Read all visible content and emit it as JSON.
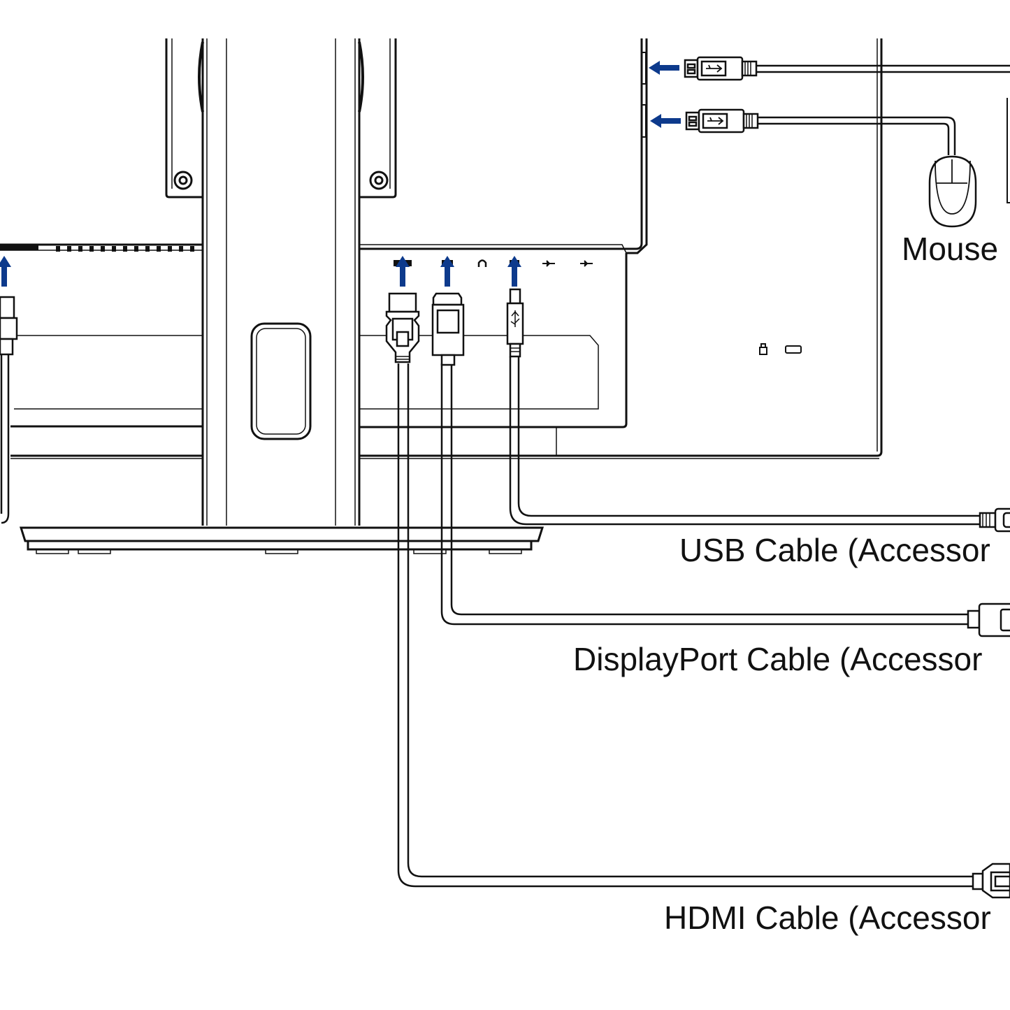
{
  "labels": {
    "mouse": "Mouse",
    "usb_cable": "USB Cable (Accessor",
    "displayport_cable": "DisplayPort Cable (Accessor",
    "hdmi_cable": "HDMI Cable (Accessor"
  },
  "colors": {
    "arrow": "#0d3a8c",
    "line": "#111111",
    "background": "#ffffff"
  },
  "icons": {
    "port_arrow": "arrow-up-icon",
    "side_arrow": "arrow-left-icon",
    "usb_plug": "usb-a-plug-icon",
    "usb_b_plug": "usb-b-plug-icon",
    "dp_plug": "displayport-plug-icon",
    "hdmi_plug": "hdmi-plug-icon",
    "mouse": "mouse-icon",
    "headphone_port": "headphone-icon",
    "lock_slot": "kensington-lock-icon"
  }
}
